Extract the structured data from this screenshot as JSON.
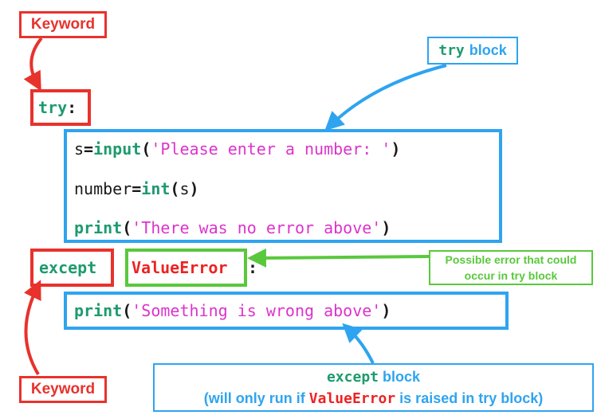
{
  "labels": {
    "keyword_top": "Keyword",
    "keyword_bottom": "Keyword",
    "try_block_keyword": "try",
    "try_block_word": "block",
    "possible_error_line1": "Possible error that could",
    "possible_error_line2": "occur in try block",
    "except_block_keyword": "except",
    "except_block_word": "block",
    "except_note_prefix": "(will only run if",
    "except_note_error": "ValueError",
    "except_note_suffix": "is raised in try block)"
  },
  "code": {
    "try_keyword": "try",
    "colon": ":",
    "line1": {
      "var": "s",
      "eq": "=",
      "func": "input",
      "open": "(",
      "string": "'Please enter a number: '",
      "close": ")"
    },
    "line2": {
      "var": "number",
      "eq": "=",
      "func": "int",
      "open": "(",
      "arg": "s",
      "close": ")"
    },
    "line3": {
      "func": "print",
      "open": "(",
      "string": "'There was no error above'",
      "close": ")"
    },
    "except_keyword": "except",
    "error_name": "ValueError",
    "except_colon": ":",
    "line4": {
      "func": "print",
      "open": "(",
      "string": "'Something is wrong above'",
      "close": ")"
    }
  },
  "colors": {
    "keyword_red": "#e8322c",
    "block_blue": "#2ea4f0",
    "error_green": "#5ac83c",
    "code_keyword": "#1e9b6e",
    "code_string": "#dd33cc",
    "code_error": "#ee2222"
  }
}
